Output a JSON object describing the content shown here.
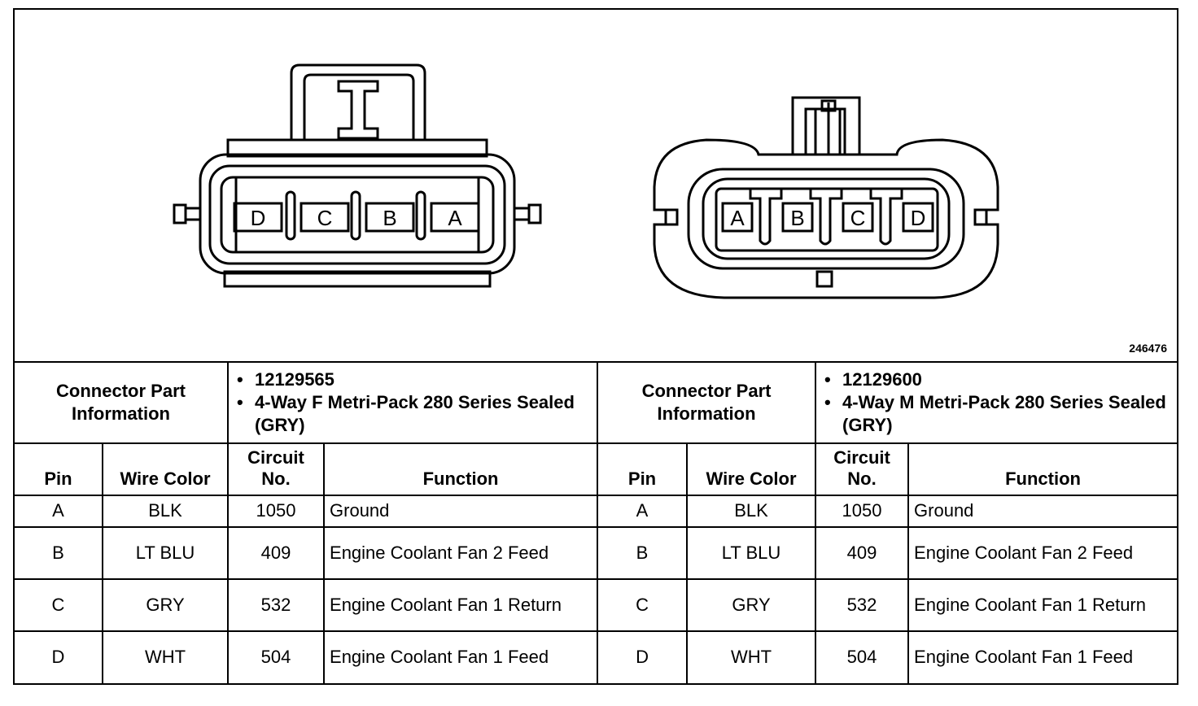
{
  "figure_id": "246476",
  "connector_left": {
    "pins": [
      "D",
      "C",
      "B",
      "A"
    ],
    "info_label": "Connector Part Information",
    "part_number": "12129565",
    "description": "4-Way F Metri-Pack 280 Series Sealed (GRY)"
  },
  "connector_right": {
    "pins": [
      "A",
      "B",
      "C",
      "D"
    ],
    "info_label": "Connector Part Information",
    "part_number": "12129600",
    "description": "4-Way M Metri-Pack 280 Series Sealed (GRY)"
  },
  "headers": {
    "pin": "Pin",
    "wire_color": "Wire Color",
    "circuit_no": "Circuit No.",
    "function": "Function"
  },
  "rows_left": [
    {
      "pin": "A",
      "wire": "BLK",
      "circuit": "1050",
      "function": "Ground"
    },
    {
      "pin": "B",
      "wire": "LT BLU",
      "circuit": "409",
      "function": "Engine Coolant Fan 2 Feed"
    },
    {
      "pin": "C",
      "wire": "GRY",
      "circuit": "532",
      "function": "Engine Coolant Fan 1 Return"
    },
    {
      "pin": "D",
      "wire": "WHT",
      "circuit": "504",
      "function": "Engine Coolant Fan 1 Feed"
    }
  ],
  "rows_right": [
    {
      "pin": "A",
      "wire": "BLK",
      "circuit": "1050",
      "function": "Ground"
    },
    {
      "pin": "B",
      "wire": "LT BLU",
      "circuit": "409",
      "function": "Engine Coolant Fan 2 Feed"
    },
    {
      "pin": "C",
      "wire": "GRY",
      "circuit": "532",
      "function": "Engine Coolant Fan 1 Return"
    },
    {
      "pin": "D",
      "wire": "WHT",
      "circuit": "504",
      "function": "Engine Coolant Fan 1 Feed"
    }
  ]
}
